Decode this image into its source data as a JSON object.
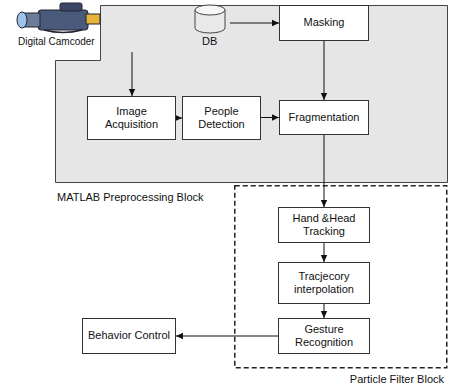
{
  "diagram": {
    "nodes": [
      {
        "text": [
          "Digital Camcoder"
        ]
      },
      {
        "text": [
          "MATLAB Preprocessing Block"
        ]
      },
      {
        "text": [
          "DB"
        ],
        "in": 1
      },
      {
        "text": [
          "Masking"
        ],
        "in": 1
      },
      {
        "text": [
          "Image Acquisition"
        ],
        "in": 1
      },
      {
        "text": [
          "People Detection"
        ],
        "in": 1
      },
      {
        "text": [
          "Fragmentation"
        ],
        "in": 1
      },
      {
        "text": [
          "Particle Filter Block"
        ]
      },
      {
        "text": [
          "Hand &Head Tracking"
        ],
        "in": 7
      },
      {
        "text": [
          "Tracjecory interpolation"
        ],
        "in": 7
      },
      {
        "text": [
          "Gesture Recognition"
        ],
        "in": 7
      },
      {
        "text": [
          "Behavior Control"
        ]
      }
    ],
    "edges": [
      {
        "from": 0,
        "to": 4,
        "arrow": "to"
      },
      {
        "from": 2,
        "to": 3,
        "arrow": "to"
      },
      {
        "from": 4,
        "to": 5,
        "arrow": "to"
      },
      {
        "from": 5,
        "to": 6,
        "arrow": "to"
      },
      {
        "from": 3,
        "to": 6,
        "arrow": "to"
      },
      {
        "from": 6,
        "to": 8,
        "arrow": "to"
      },
      {
        "from": 8,
        "to": 9,
        "arrow": "to"
      },
      {
        "from": 9,
        "to": 10,
        "arrow": "to"
      },
      {
        "from": 10,
        "to": 11,
        "arrow": "to"
      }
    ]
  }
}
